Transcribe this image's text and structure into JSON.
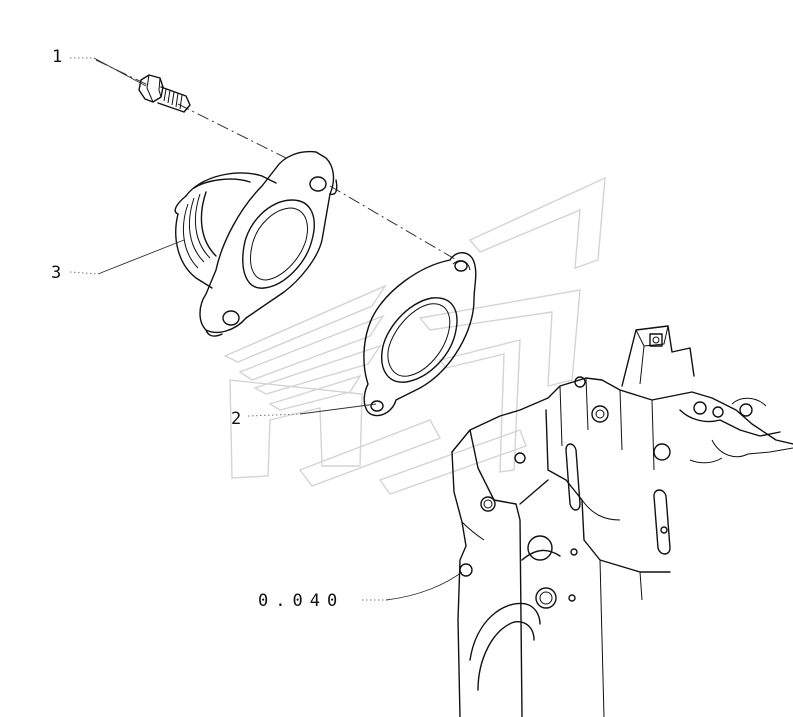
{
  "callouts": [
    {
      "id": "1",
      "label": "1"
    },
    {
      "id": "2",
      "label": "2"
    },
    {
      "id": "3",
      "label": "3"
    }
  ],
  "reference": {
    "label": "0.040"
  },
  "colors": {
    "line": "#111111",
    "watermark": "#d4d4d4",
    "background": "#ffffff"
  }
}
